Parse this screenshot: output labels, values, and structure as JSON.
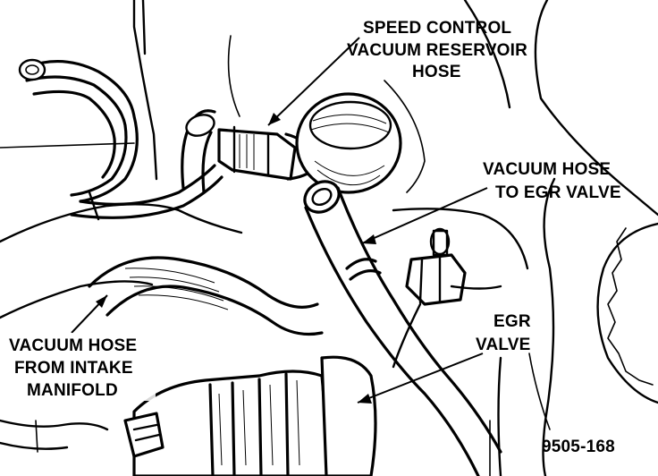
{
  "labels": {
    "speed_control": {
      "line1": "SPEED CONTROL",
      "line2": "VACUUM RESERVOIR",
      "line3": "HOSE"
    },
    "vacuum_hose_egr": {
      "line1": "VACUUM HOSE",
      "line2": "TO EGR VALVE"
    },
    "egr_valve": {
      "line1": "EGR",
      "line2": "VALVE"
    },
    "vacuum_hose_intake": {
      "line1": "VACUUM HOSE",
      "line2": "FROM INTAKE",
      "line3": "MANIFOLD"
    },
    "figure_number": "9505-168"
  }
}
